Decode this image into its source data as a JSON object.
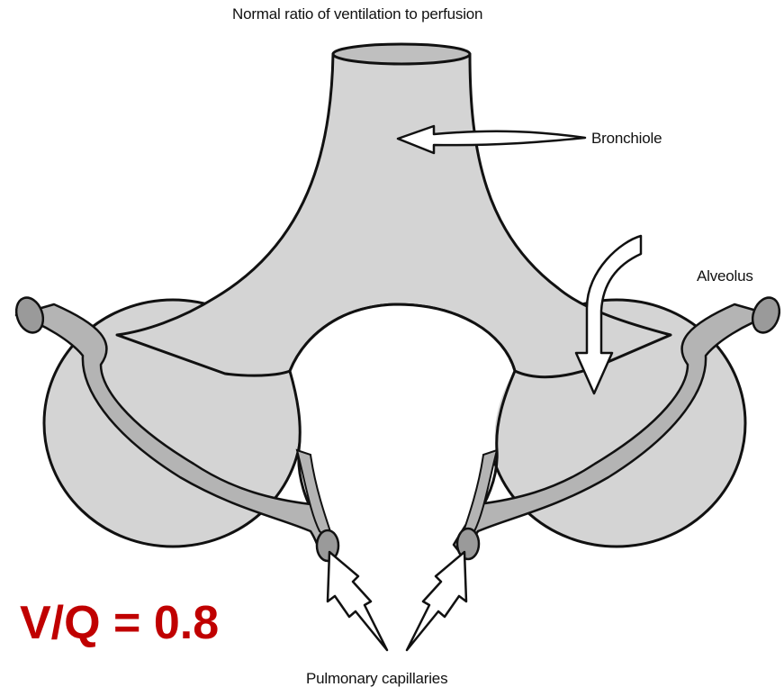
{
  "title": "Normal ratio of ventilation to perfusion",
  "labels": {
    "bronchiole": "Bronchiole",
    "alveolus": "Alveolus",
    "pulmonary_capillaries": "Pulmonary capillaries"
  },
  "ratio_text": "V/Q = 0.8",
  "colors": {
    "tissue_fill": "#d4d4d4",
    "vessel_fill": "#b4b4b4",
    "outline": "#111111",
    "ratio_text": "#c00000"
  }
}
